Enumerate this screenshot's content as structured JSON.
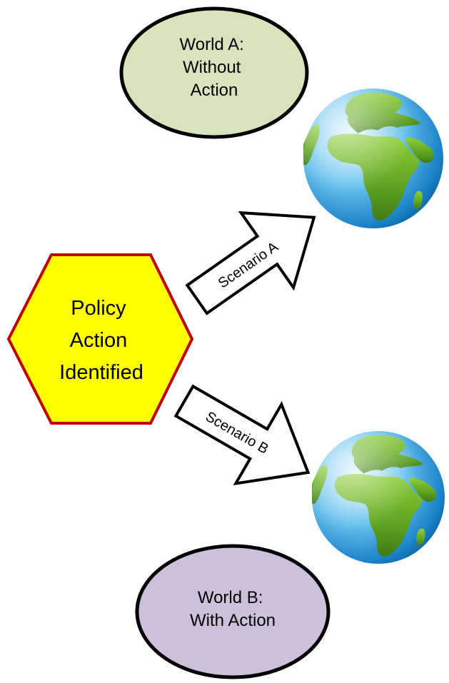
{
  "diagram": {
    "world_a": {
      "lines": [
        "World A:",
        "Without",
        "Action"
      ],
      "fill": "#d6e3bc"
    },
    "world_b": {
      "lines": [
        "World B:",
        "With Action"
      ],
      "fill": "#ccc0da"
    },
    "policy": {
      "lines": [
        "Policy",
        "Action",
        "Identified"
      ],
      "fill": "#ffff00",
      "stroke": "#c00000"
    },
    "scenario_a": {
      "label": "Scenario A"
    },
    "scenario_b": {
      "label": "Scenario B"
    },
    "globe_icon": "earth-globe-icon"
  }
}
